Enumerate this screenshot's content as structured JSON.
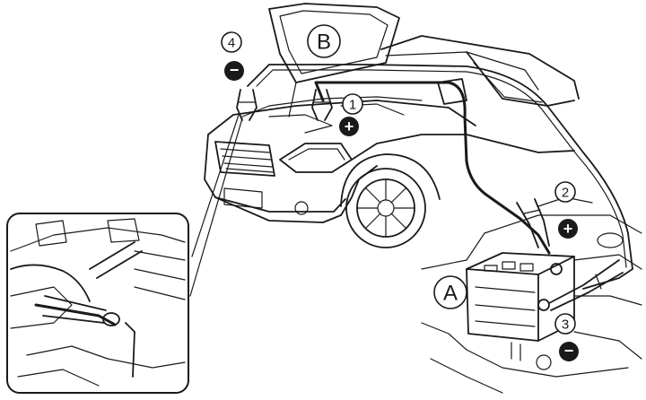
{
  "labels": {
    "vehicle_a": "A",
    "vehicle_b": "B",
    "step_1": "1",
    "step_2": "2",
    "step_3": "3",
    "step_4": "4"
  },
  "polarity": {
    "positive": "+",
    "negative": "−"
  },
  "icons": {
    "positive_terminal": "plus-circle-icon",
    "negative_terminal": "minus-circle-icon"
  },
  "colors": {
    "ink": "#1a1a1a",
    "background": "#ffffff"
  }
}
